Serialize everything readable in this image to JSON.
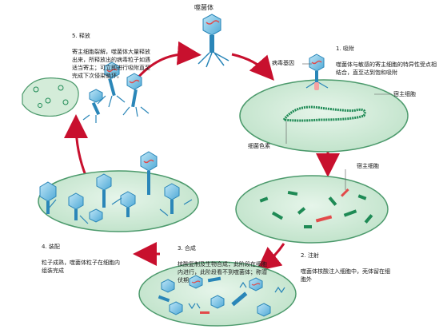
{
  "title": "噬菌体",
  "steps": {
    "adsorption": {
      "heading": "1. 吸附",
      "text": "噬菌体与敏感的寄主细胞的特异性受点相结合，直至达到饱和吸附"
    },
    "injection": {
      "heading": "2. 注射",
      "text": "噬菌体核酸注入细胞中，壳体留在细胞外"
    },
    "synthesis": {
      "heading": "3. 合成",
      "text": "核酸复制及生物合成；此阶段在细胞内进行，此阶段看不到噬菌体；称潜伏期"
    },
    "assembly": {
      "heading": "4. 装配",
      "text": "粒子成熟，噬菌体粒子在细胞内组装完成"
    },
    "release": {
      "heading": "5. 释放",
      "text": "寄主细胞裂解，噬菌体大量释放出来，所释放出的病毒粒子如遇适当寄主；可立即进行吸附直至完成下次侵染循环。"
    }
  },
  "labels": {
    "viral_gene": "病毒基因",
    "host_cell_1": "宿主细胞",
    "bacterial_chromosome": "细菌色素",
    "host_cell_2": "宿主细胞"
  },
  "colors": {
    "cell_fill": "#cfe9d6",
    "cell_stroke": "#4c9a6c",
    "phage_head": "#7fc6e6",
    "phage_tail": "#2a86b8",
    "dna": "#1e8a55",
    "viral_dna": "#e24a4a",
    "arrow": "#c8102e"
  }
}
